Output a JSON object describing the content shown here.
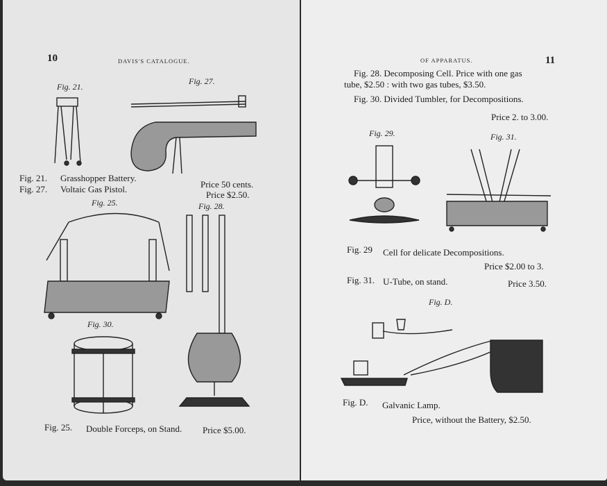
{
  "left_page": {
    "page_number": "10",
    "running_head": "DAVIS'S CATALOGUE.",
    "figure_labels": [
      "Fig. 21.",
      "Fig. 27.",
      "Fig. 25.",
      "Fig. 28.",
      "Fig. 30."
    ],
    "captions": [
      {
        "fig": "Fig. 21.",
        "name": "Grasshopper Battery.",
        "price": "Price 50 cents."
      },
      {
        "fig": "Fig. 27.",
        "name": "Voltaic Gas Pistol.",
        "price": "Price  $2.50."
      },
      {
        "fig": "Fig. 25.",
        "name": "Double Forceps, on Stand.",
        "price": "Price $5.00."
      }
    ]
  },
  "right_page": {
    "page_number": "11",
    "running_head": "OF APPARATUS.",
    "paragraphs": [
      {
        "line1": "Fig. 28.   Decomposing Cell.   Price with one gas",
        "line2": "tube, $2.50 :  with two gas tubes, $3.50."
      },
      {
        "line1": "Fig. 30.   Divided Tumbler, for Decompositions.",
        "line2": "Price 2. to 3.00."
      }
    ],
    "figure_labels": [
      "Fig. 29.",
      "Fig. 31.",
      "Fig. D."
    ],
    "captions": [
      {
        "fig": "Fig. 29",
        "name": "Cell for delicate Decompositions.",
        "price": "Price $2.00 to 3."
      },
      {
        "fig": "Fig. 31.",
        "name": "U-Tube, on stand.",
        "price": "Price 3.50."
      },
      {
        "fig": "Fig. D.",
        "name": "Galvanic Lamp.",
        "price": "Price, without the Battery, $2.50."
      }
    ]
  }
}
